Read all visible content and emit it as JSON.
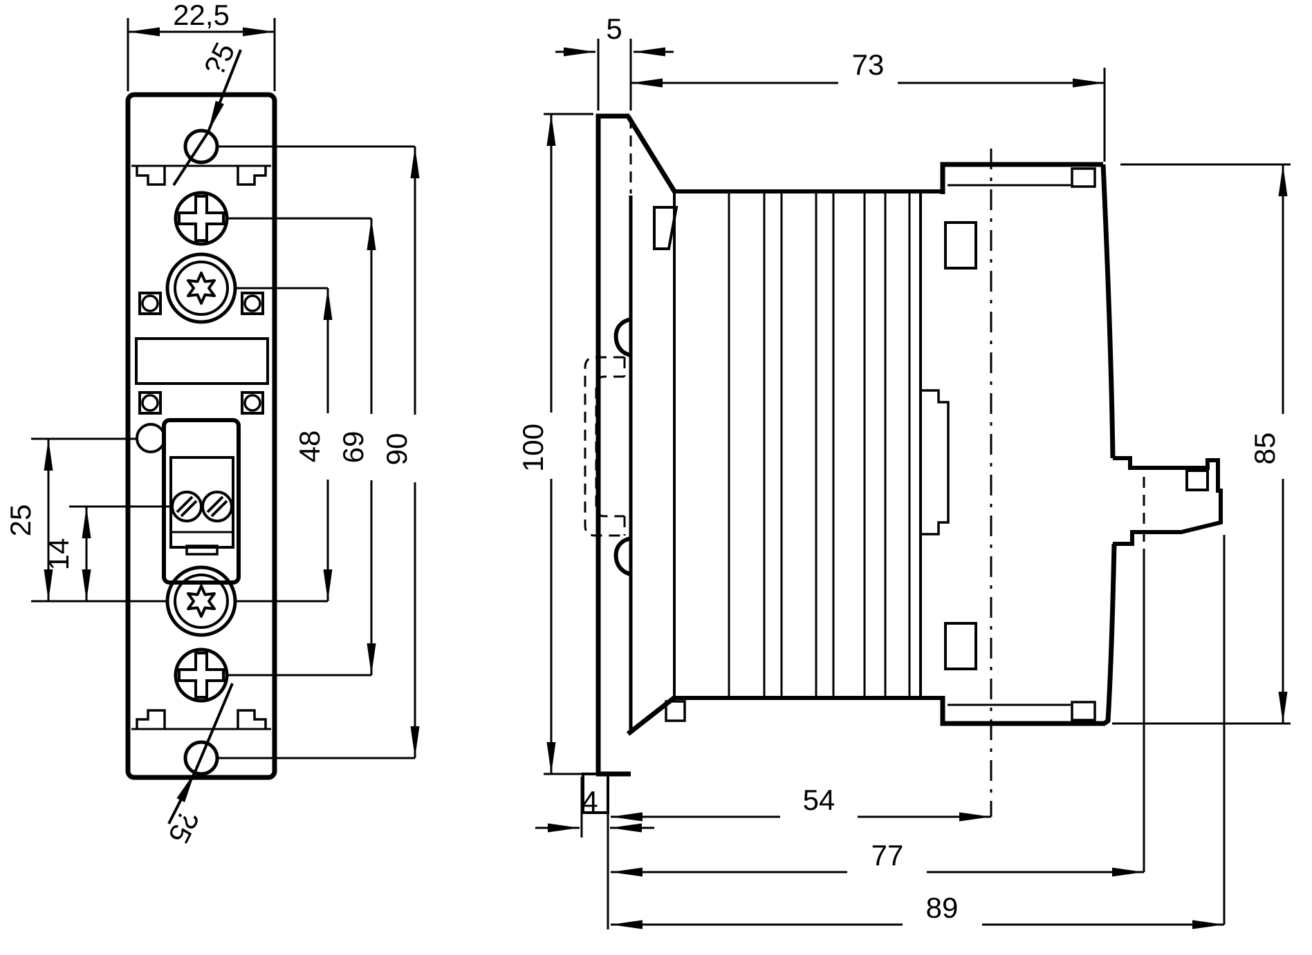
{
  "drawing": {
    "front_view": {
      "width_label": "22,5",
      "hole_top_label": "?5",
      "hole_bottom_label": "?5",
      "led_offset_label": "25",
      "terminal_offset_label": "14",
      "torx_spacing_label": "48",
      "phillips_spacing_label": "69",
      "hole_spacing_label": "90"
    },
    "side_view": {
      "flange_thickness_label": "5",
      "body_depth_label": "73",
      "total_height_label": "100",
      "housing_height_label": "85",
      "foot_width_label": "4",
      "center_depth_label": "54",
      "connector_depth_label": "77",
      "total_depth_label": "89"
    }
  }
}
